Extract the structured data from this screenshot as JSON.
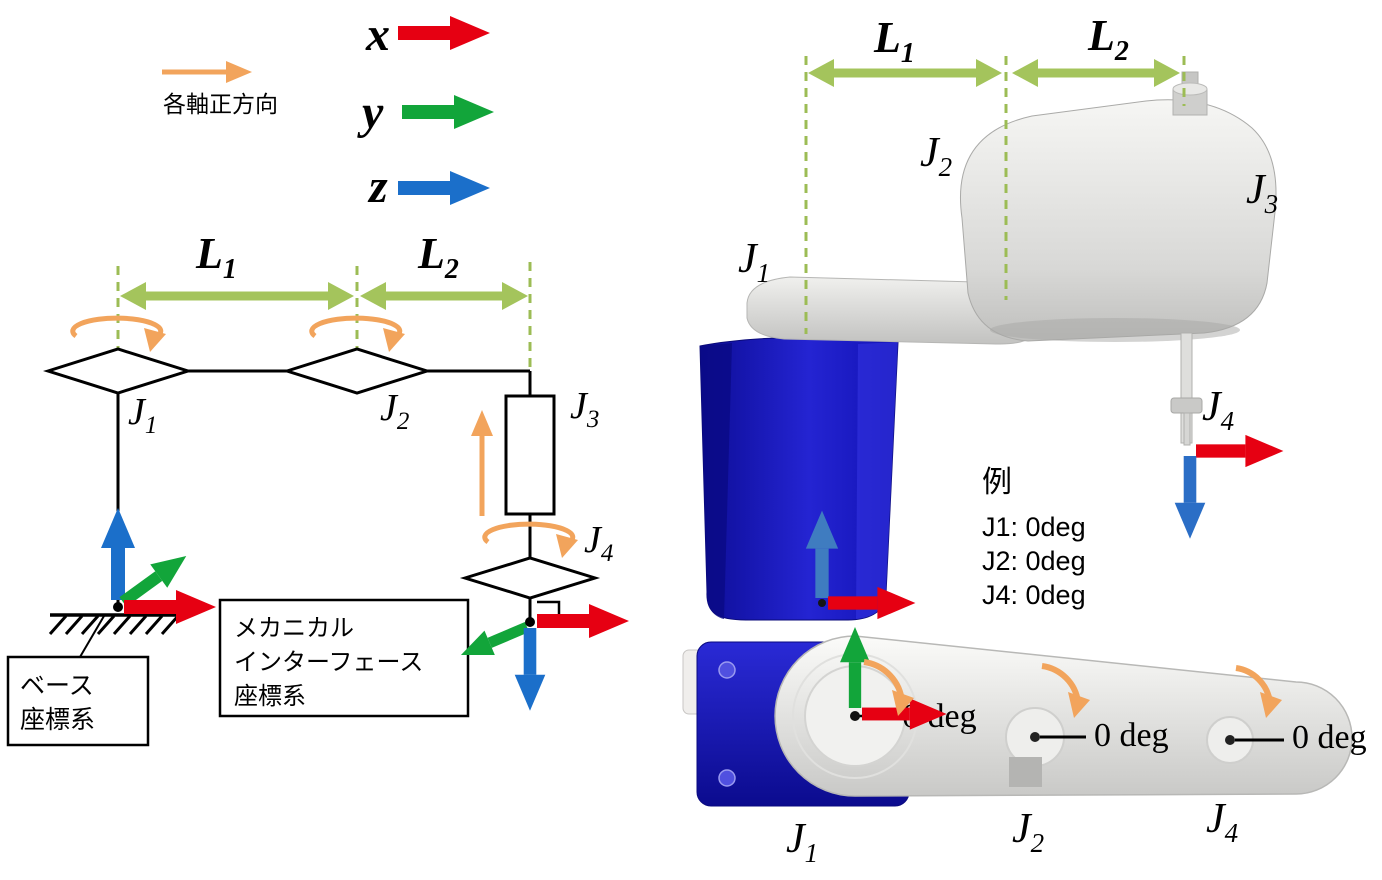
{
  "colors": {
    "x_axis_red": "#e60012",
    "y_axis_green": "#12a53a",
    "z_axis_blue": "#1b6fca",
    "dimension_green": "#a4c45c",
    "rotation_orange": "#f2a45c",
    "robot_base_blue": "#1717b0"
  },
  "legend": {
    "direction_note": "各軸正方向",
    "x": "x",
    "y": "y",
    "z": "z"
  },
  "labels": {
    "L": "L",
    "J": "J",
    "s1": "1",
    "s2": "2",
    "s3": "3",
    "s4": "4"
  },
  "schematic": {
    "base_frame": {
      "line1": "ベース",
      "line2": "座標系"
    },
    "mech_frame": {
      "line1": "メカニカル",
      "line2": "インターフェース",
      "line3": "座標系"
    }
  },
  "example": {
    "title": "例",
    "j1": "J1: 0deg",
    "j2": "J2: 0deg",
    "j4": "J4: 0deg"
  },
  "top_view": {
    "deg_j1": "0 deg",
    "deg_j2": "0 deg",
    "deg_j4": "0 deg"
  }
}
